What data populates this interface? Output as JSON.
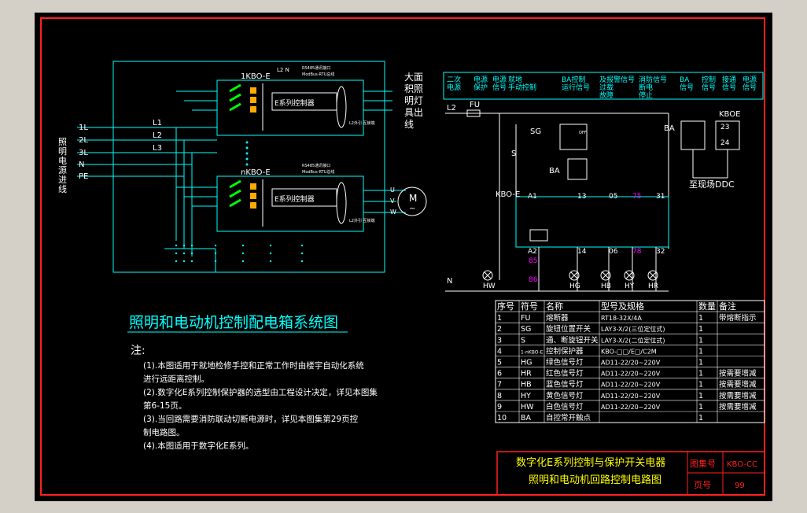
{
  "colors": {
    "frame": "#ff2020",
    "line": "#00ffff",
    "white": "#ffffff",
    "yellow": "#ffff00",
    "green": "#00ff00",
    "magenta": "#ff00ff",
    "orange": "#ffaa00",
    "text": "#ffffff",
    "title": "#00ffff"
  },
  "left": {
    "module_top": "1KBO-E",
    "module_bottom": "nKBO-E",
    "controller": "E系列控制器",
    "top_label": "L2 N",
    "bus_top": "RS485通讯接口",
    "bus_top2": "ModBus-RTU总线",
    "bus_bot": "RS485通讯接口",
    "bus_bot2": "ModBus-RTU总线",
    "side_top": "L2外引\n互锁端",
    "side_bot": "L2外引\n互锁端",
    "inputs": [
      "1L",
      "2L",
      "3L",
      "N",
      "PE"
    ],
    "input_caption": [
      "照",
      "明",
      "电",
      "源",
      "进",
      "线"
    ],
    "bus_lines": [
      "L1",
      "L2",
      "L3"
    ],
    "output_caption": [
      "大面",
      "积照",
      "明灯",
      "具出",
      "线"
    ],
    "motor": "M",
    "motor_sym": "~",
    "uvw": [
      "U",
      "V",
      "W"
    ]
  },
  "main_title": "照明和电动机控制配电箱系统图",
  "notes_title": "注:",
  "notes": [
    "(1).本图适用于就地检修手控和正常工作时由楼宇自动化系统",
    "    进行远距离控制。",
    "(2).数字化E系列控制保护器的选型由工程设计决定，详见本图集",
    "    第6-15页。",
    "(3).当回路需要消防联动切断电源时，详见本图集第29页控",
    "    制电路图。",
    "(4).本图适用于数字化E系列。"
  ],
  "right": {
    "header_cols": [
      [
        "二次",
        "电源"
      ],
      [
        "电源",
        "保护"
      ],
      [
        "电源",
        "信号"
      ],
      [
        "就地",
        "手动控制"
      ],
      [
        "BA控制",
        "运行信号"
      ],
      [
        "及报警信号",
        "过载",
        "故障"
      ],
      [
        "消防信号",
        "断电",
        "停止"
      ],
      [
        "BA",
        "信号"
      ],
      [
        "控制",
        "信号"
      ],
      [
        "接通",
        "信号"
      ],
      [
        "电源",
        "信号"
      ]
    ],
    "l2": "L2",
    "fu": "FU",
    "n": "N",
    "sg": "SG",
    "s": "S",
    "ba": "BA",
    "kbo": "KBO-E",
    "kboe_right": "KBOE",
    "ddc": "至现场DDC",
    "terms": {
      "a1": "A1",
      "a2": "A2",
      "t13": "13",
      "t14": "14",
      "t05": "05",
      "t06": "06",
      "t75": "75",
      "t78": "78",
      "t31": "31",
      "t32": "32",
      "t85": "85",
      "t86": "86",
      "t23": "23",
      "t24": "24"
    },
    "lamps": [
      "HW",
      "HG",
      "HB",
      "HY",
      "HR"
    ],
    "off": "OFF"
  },
  "table": {
    "headers": [
      "序号",
      "符号",
      "名称",
      "型号及规格",
      "数量",
      "备注"
    ],
    "rows": [
      [
        "1",
        "FU",
        "熔断器",
        "RT18-32X/4A",
        "1",
        "带熔断指示"
      ],
      [
        "2",
        "SG",
        "旋钮位置开关",
        "LAY3-X/2(三位定位式)",
        "1",
        ""
      ],
      [
        "3",
        "S",
        "通、断旋钮开关",
        "LAY3-X/2(二位定位式)",
        "1",
        ""
      ],
      [
        "4",
        "1-nKBO-E",
        "控制保护器",
        "KBO-□□/E□/C2M",
        "1",
        ""
      ],
      [
        "5",
        "HG",
        "绿色信号灯",
        "AD11-22/20~220V",
        "1",
        ""
      ],
      [
        "6",
        "HR",
        "红色信号灯",
        "AD11-22/20~220V",
        "1",
        "按需要增减"
      ],
      [
        "7",
        "HB",
        "蓝色信号灯",
        "AD11-22/20~220V",
        "1",
        "按需要增减"
      ],
      [
        "8",
        "HY",
        "黄色信号灯",
        "AD11-22/20~220V",
        "1",
        "按需要增减"
      ],
      [
        "9",
        "HW",
        "白色信号灯",
        "AD11-22/20~220V",
        "1",
        "按需要增减"
      ],
      [
        "10",
        "BA",
        "自控常开触点",
        "",
        "1",
        ""
      ]
    ]
  },
  "titleblock": {
    "line1": "数字化E系列控制与保护开关电器",
    "line2": "照明和电动机回路控制电路图",
    "atlas_label": "图集号",
    "atlas_value": "KBO-CC",
    "page_label": "页号",
    "page_value": "99"
  }
}
